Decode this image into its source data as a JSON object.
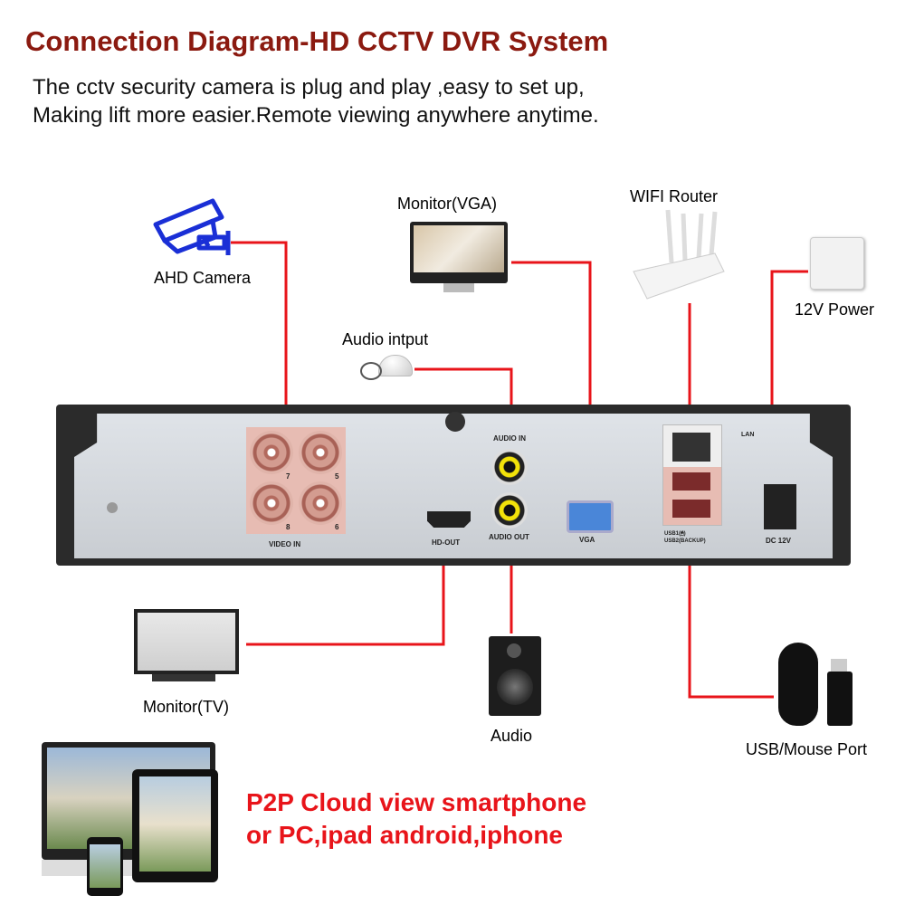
{
  "title": "Connection Diagram-HD CCTV DVR System",
  "subtitle": [
    "The cctv  security camera  is plug and play ,easy to set up,",
    "Making lift more easier.Remote viewing anywhere anytime."
  ],
  "devices": {
    "camera": "AHD Camera",
    "monitor_vga": "Monitor(VGA)",
    "router": "WIFI Router",
    "power": "12V Power",
    "audio_input": "Audio intput",
    "monitor_tv": "Monitor(TV)",
    "audio": "Audio",
    "usb": "USB/Mouse Port"
  },
  "dvr_ports": {
    "video_in": "VIDEO IN",
    "channels": [
      "7",
      "5",
      "8",
      "6"
    ],
    "hd_out": "HD-OUT",
    "audio_in": "AUDIO IN",
    "audio_out": "AUDIO OUT",
    "vga": "VGA",
    "lan": "LAN",
    "usb1": "USB1(🖱)",
    "usb2": "USB2(BACKUP)",
    "dc": "DC 12V"
  },
  "p2p": [
    "P2P Cloud view smartphone",
    "or PC,ipad android,iphone"
  ],
  "colors": {
    "title": "#8b1a10",
    "wire": "#e8141a",
    "p2p": "#e8141a",
    "camera": "#1a2fd6"
  }
}
